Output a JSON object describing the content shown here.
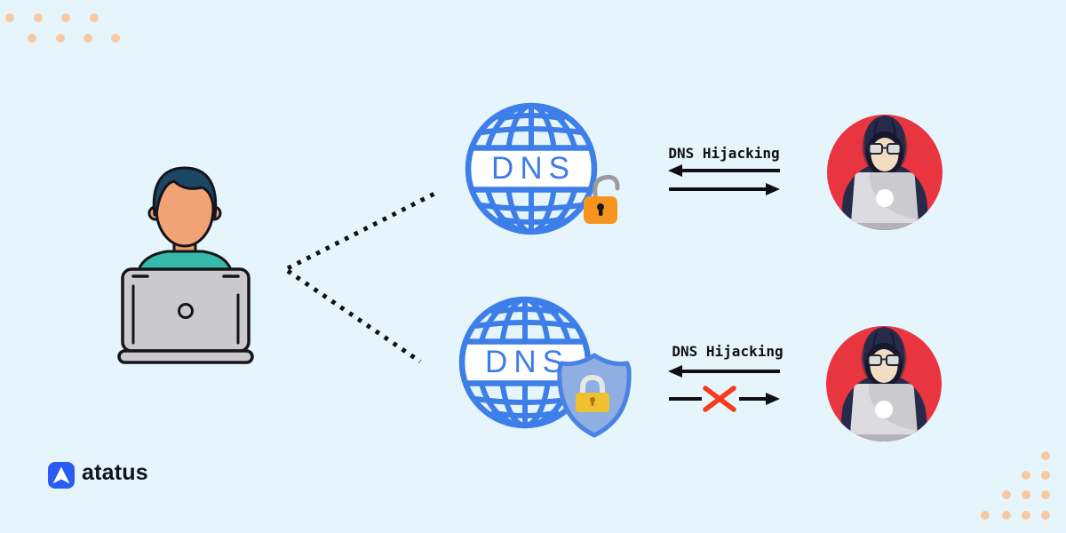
{
  "scene": {
    "background": "#E6F5FC",
    "decor_dot_color": "#F7C9A3"
  },
  "labels": {
    "dns_globe_top": "DNS",
    "dns_globe_bottom": "DNS",
    "attack_top": "DNS Hijacking",
    "attack_bottom": "DNS Hijacking"
  },
  "brand": {
    "wordmark": "atatus",
    "logo_color": "#2A5BF2",
    "wordmark_color": "#0D1120"
  },
  "colors": {
    "globe_blue": "#3D7EE8",
    "arrow_black": "#101014",
    "blocked_x_red": "#F83A1E",
    "hacker_badge_red": "#E8353F",
    "unlocked_padlock_orange": "#F6941E",
    "secure_padlock_gold": "#EFC130",
    "shield_fill": "#8FAEE2",
    "shield_border": "#4B83E4",
    "user_shirt_teal": "#37B9AB",
    "user_hair_navy": "#1C4666",
    "laptop_gray": "#CACACC"
  },
  "icons": {
    "dns-globe-icon": "blue wireframe globe with DNS banner",
    "open-padlock-icon": "unlocked orange padlock",
    "shield-lock-icon": "blue shield with gold closed padlock",
    "hacker-avatar-icon": "hooded attacker with laptop in red circle",
    "user-laptop-icon": "person sitting behind gray laptop",
    "atatus-logo-icon": "blue rounded square with white upward arrow"
  }
}
